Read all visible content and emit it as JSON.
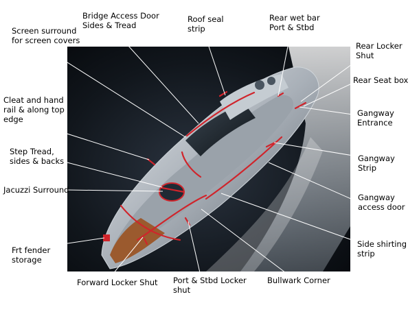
{
  "labels": [
    {
      "id": "bridge-access-door",
      "text": "Bridge Access Door\nSides & Tread"
    },
    {
      "id": "roof-seal-strip",
      "text": "Roof seal\nstrip"
    },
    {
      "id": "rear-wet-bar",
      "text": "Rear wet bar\nPort & Stbd"
    },
    {
      "id": "screen-surround",
      "text": "Screen surround\nfor screen covers"
    },
    {
      "id": "rear-locker-shut",
      "text": "Rear Locker\nShut"
    },
    {
      "id": "rear-seat-box",
      "text": "Rear Seat box"
    },
    {
      "id": "cleat-hand-rail",
      "text": "Cleat and hand\nrail & along top\nedge"
    },
    {
      "id": "gangway-entrance",
      "text": "Gangway\nEntrance"
    },
    {
      "id": "step-tread",
      "text": "Step Tread,\nsides & backs"
    },
    {
      "id": "gangway-strip",
      "text": "Gangway\nStrip"
    },
    {
      "id": "jacuzzi-surround",
      "text": "Jacuzzi Surround"
    },
    {
      "id": "gangway-access-door",
      "text": "Gangway\naccess door"
    },
    {
      "id": "side-shirting-strip",
      "text": "Side shirting\nstrip"
    },
    {
      "id": "frt-fender-storage",
      "text": "Frt fender\nstorage"
    },
    {
      "id": "forward-locker-shut",
      "text": "Forward Locker Shut"
    },
    {
      "id": "port-stbd-locker-shut",
      "text": "Port & Stbd Locker\nshut"
    },
    {
      "id": "bullwark-corner",
      "text": "Bullwark Corner"
    }
  ],
  "colors": {
    "highlight": "#d0242b",
    "leader": "#ffffff",
    "photo_bg": "#000000",
    "label_text": "#000000"
  }
}
